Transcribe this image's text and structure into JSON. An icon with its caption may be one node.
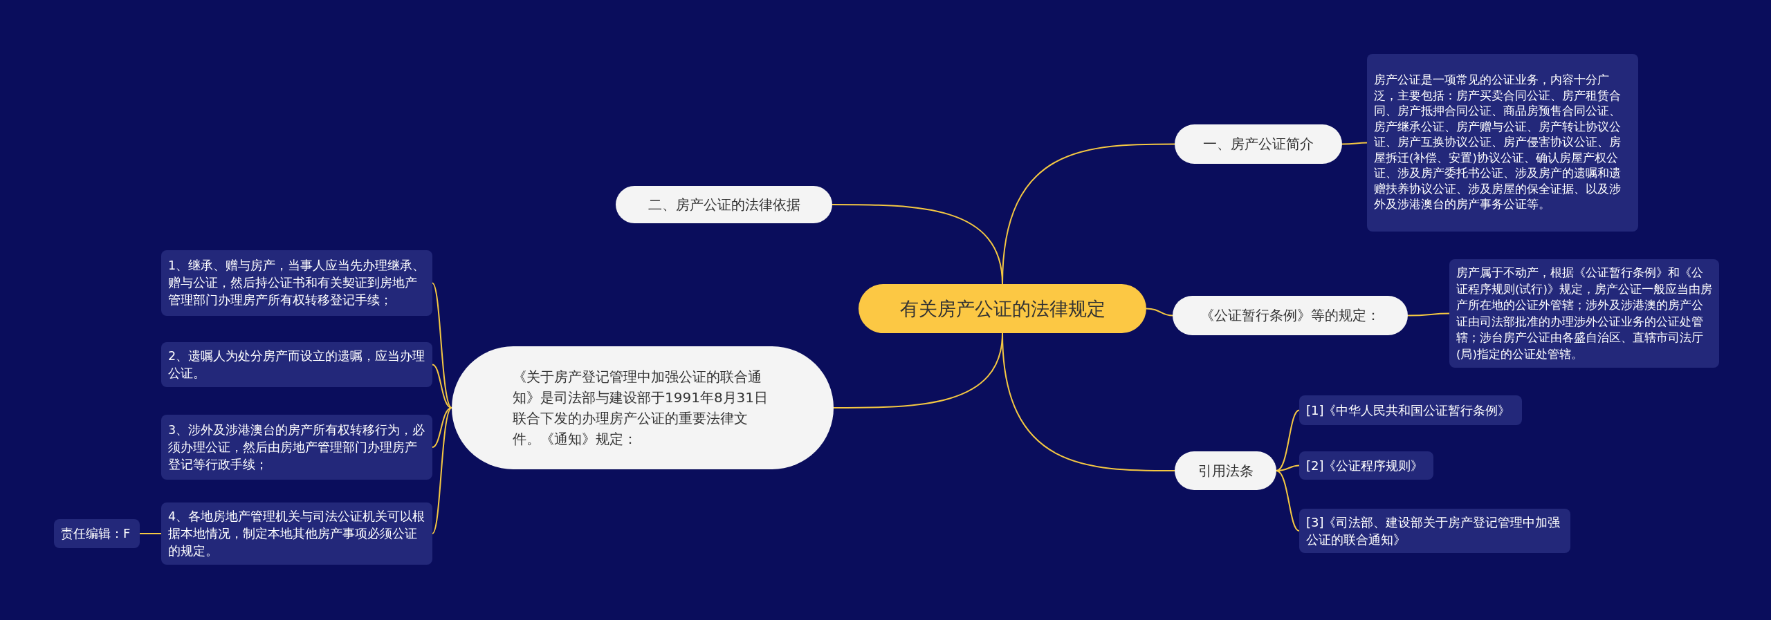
{
  "diagram": {
    "nodes": [
      {
        "text": [
          "有关房产公证的法律规定"
        ]
      },
      {
        "text": [
          "一、房产公证简介"
        ]
      },
      {
        "text": [
          "房产公证是一项常见的公证业务，内容十分广泛，主要包括：房产买卖合同公证、房产租赁合同、房产抵押合同公证、商品房预售合同公证、房产继承公证、房产赠与公证、房产转让协议公证、房产互换协议公证、房产侵害协议公证、房屋拆迁(补偿、安置)协议公证、确认房屋产权公证、涉及房产委托书公证、涉及房产的遗嘱和遗赠扶养协议公证、涉及房屋的保全证据、以及涉外及涉港澳台的房产事务公证等。"
        ]
      },
      {
        "text": [
          "二、房产公证的法律依据"
        ]
      },
      {
        "text": [
          "《公证暂行条例》等的规定："
        ]
      },
      {
        "text": [
          "房产属于不动产，根据《公证暂行条例》和《公证程序规则(试行)》规定，房产公证一般应当由房产所在地的公证外管辖；涉外及涉港澳的房产公证由司法部批准的办理涉外公证业务的公证处管辖；涉台房产公证由各盛自治区、直辖市司法厅(局)指定的公证处管辖。"
        ]
      },
      {
        "text": [
          "引用法条"
        ]
      },
      {
        "text": [
          "[1]《中华人民共和国公证暂行条例》"
        ]
      },
      {
        "text": [
          "[2]《公证程序规则》"
        ]
      },
      {
        "text": [
          "[3]《司法部、建设部关于房产登记管理中加强公证的联合通知》"
        ]
      },
      {
        "text": [
          "《关于房产登记管理中加强公证的联合通知》是司法部与建设部于1991年8月31日联合下发的办理房产公证的重要法律文件。《通知》规定："
        ]
      },
      {
        "text": [
          "1、继承、赠与房产，当事人应当先办理继承、赠与公证，然后持公证书和有关契证到房地产管理部门办理房产所有权转移登记手续；"
        ]
      },
      {
        "text": [
          "2、遗嘱人为处分房产而设立的遗嘱，应当办理公证。"
        ]
      },
      {
        "text": [
          "3、涉外及涉港澳台的房产所有权转移行为，必须办理公证，然后由房地产管理部门办理房产登记等行政手续；"
        ]
      },
      {
        "text": [
          "4、各地房地产管理机关与司法公证机关可以根据本地情况，制定本地其他房产事项必须公证的规定。"
        ]
      },
      {
        "text": [
          "责任编辑：F"
        ]
      }
    ],
    "edges": [
      {
        "from": 0,
        "to": 1,
        "arrow": "none"
      },
      {
        "from": 1,
        "to": 2,
        "arrow": "none"
      },
      {
        "from": 0,
        "to": 3,
        "arrow": "none"
      },
      {
        "from": 0,
        "to": 4,
        "arrow": "none"
      },
      {
        "from": 4,
        "to": 5,
        "arrow": "none"
      },
      {
        "from": 0,
        "to": 6,
        "arrow": "none"
      },
      {
        "from": 6,
        "to": 7,
        "arrow": "none"
      },
      {
        "from": 6,
        "to": 8,
        "arrow": "none"
      },
      {
        "from": 6,
        "to": 9,
        "arrow": "none"
      },
      {
        "from": 0,
        "to": 10,
        "arrow": "none"
      },
      {
        "from": 10,
        "to": 11,
        "arrow": "none"
      },
      {
        "from": 10,
        "to": 12,
        "arrow": "none"
      },
      {
        "from": 10,
        "to": 13,
        "arrow": "none"
      },
      {
        "from": 10,
        "to": 14,
        "arrow": "none"
      },
      {
        "from": 14,
        "to": 15,
        "arrow": "none"
      }
    ]
  }
}
